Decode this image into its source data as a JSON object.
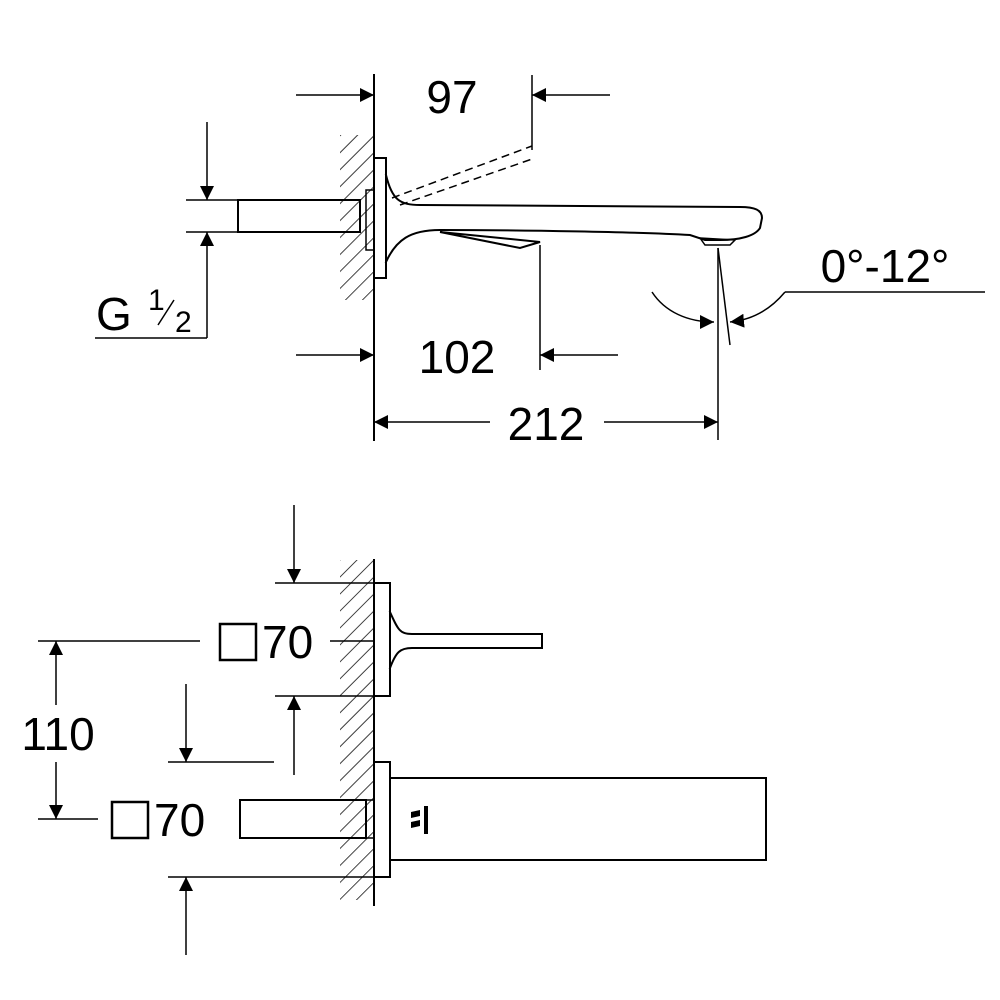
{
  "dimensions": {
    "depth_handle": "97",
    "depth_lever": "102",
    "spout_length": "212",
    "swivel_angle": "0°-12°",
    "thread_prefix": "G",
    "thread_num": "1",
    "thread_den": "2",
    "rosette_upper": "70",
    "rosette_lower": "70",
    "centre_distance": "110"
  }
}
